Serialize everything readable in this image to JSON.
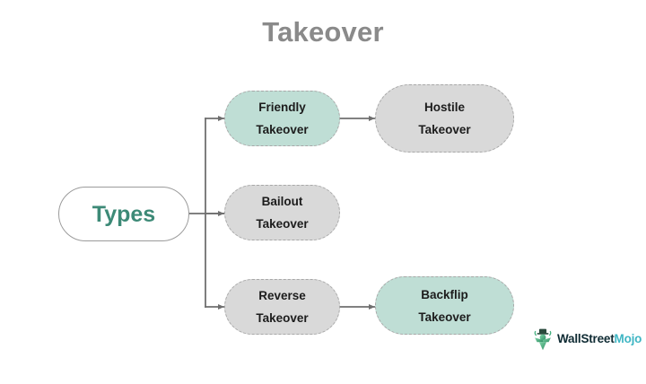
{
  "title": "Takeover",
  "colors": {
    "title_gray": "#8a8a8a",
    "mint_fill": "#bfded5",
    "grey_fill": "#d9d9d9",
    "root_text_teal": "#3d8a77",
    "node_border": "#a8a8a8",
    "connector": "#6f6f6f",
    "background": "#ffffff"
  },
  "root": {
    "label": "Types"
  },
  "nodes": [
    {
      "id": "friendly",
      "line1": "Friendly",
      "line2": "Takeover",
      "fill": "mint",
      "column": 1
    },
    {
      "id": "hostile",
      "line1": "Hostile",
      "line2": "Takeover",
      "fill": "grey",
      "column": 2
    },
    {
      "id": "bailout",
      "line1": "Bailout",
      "line2": "Takeover",
      "fill": "grey",
      "column": 1
    },
    {
      "id": "reverse",
      "line1": "Reverse",
      "line2": "Takeover",
      "fill": "grey",
      "column": 1
    },
    {
      "id": "backflip",
      "line1": "Backflip",
      "line2": "Takeover",
      "fill": "mint",
      "column": 2
    }
  ],
  "logo": {
    "name_part1": "WallStreet",
    "name_part2": "Mojo",
    "icon": "wallstreetmojo-bull-icon"
  },
  "chart_data": {
    "type": "tree-diagram",
    "title": "Takeover",
    "root": "Types",
    "edges": [
      {
        "from": "Types",
        "to": "Friendly Takeover"
      },
      {
        "from": "Types",
        "to": "Bailout Takeover"
      },
      {
        "from": "Types",
        "to": "Reverse Takeover"
      },
      {
        "from": "Friendly Takeover",
        "to": "Hostile Takeover"
      },
      {
        "from": "Reverse Takeover",
        "to": "Backflip Takeover"
      }
    ],
    "levels": [
      [
        "Types"
      ],
      [
        "Friendly Takeover",
        "Bailout Takeover",
        "Reverse Takeover"
      ],
      [
        "Hostile Takeover",
        "Backflip Takeover"
      ]
    ]
  }
}
